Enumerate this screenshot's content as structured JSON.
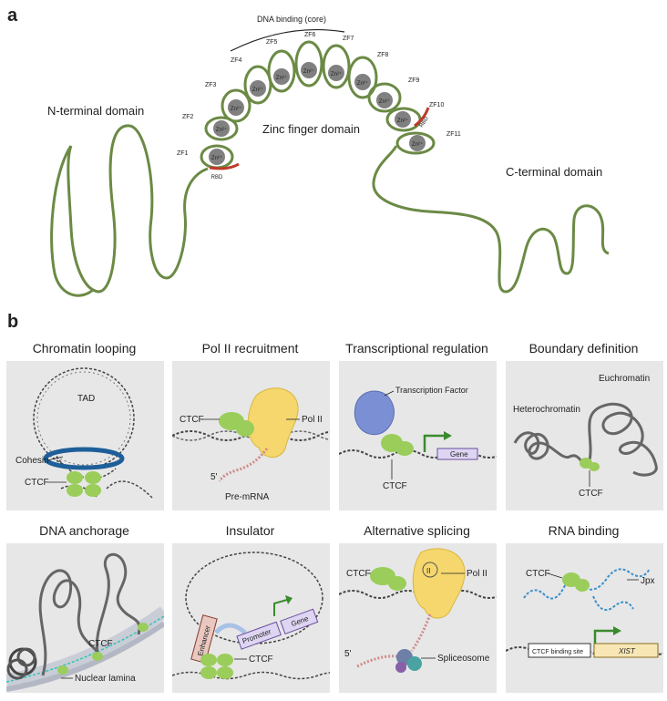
{
  "panel_a": {
    "letter": "a",
    "dna_binding_label": "DNA binding (core)",
    "n_terminal_label": "N-terminal domain",
    "zinc_finger_label": "Zinc finger domain",
    "c_terminal_label": "C-terminal domain",
    "zf_labels": [
      "ZF1",
      "ZF2",
      "ZF3",
      "ZF4",
      "ZF5",
      "ZF6",
      "ZF7",
      "ZF8",
      "ZF9",
      "ZF10",
      "ZF11"
    ],
    "zn_label": "Zn²⁺",
    "rbd_label": "RBD",
    "colors": {
      "chain": "#6b8a45",
      "zn": "#808080",
      "rbd": "#c0392b"
    }
  },
  "panel_b": {
    "letter": "b",
    "cards": [
      {
        "title": "Chromatin looping",
        "labels": {
          "tad": "TAD",
          "cohesin": "Cohesin",
          "ctcf": "CTCF"
        }
      },
      {
        "title": "Pol II recruitment",
        "labels": {
          "ctcf": "CTCF",
          "pol2": "Pol II",
          "five_prime": "5'",
          "premrna": "Pre-mRNA"
        }
      },
      {
        "title": "Transcriptional regulation",
        "labels": {
          "tf": "Transcription Factor",
          "gene": "Gene",
          "ctcf": "CTCF"
        }
      },
      {
        "title": "Boundary definition",
        "labels": {
          "euchromatin": "Euchromatin",
          "heterochromatin": "Heterochromatin",
          "ctcf": "CTCF"
        }
      },
      {
        "title": "DNA anchorage",
        "labels": {
          "ctcf": "CTCF",
          "lamina": "Nuclear lamina"
        }
      },
      {
        "title": "Insulator",
        "labels": {
          "enhancer": "Enhancer",
          "promoter": "Promoter",
          "gene": "Gene",
          "ctcf": "CTCF"
        }
      },
      {
        "title": "Alternative splicing",
        "labels": {
          "ctcf": "CTCF",
          "pol2": "Pol II",
          "pol2_badge": "II",
          "five_prime": "5'",
          "spliceosome": "Spliceosome"
        }
      },
      {
        "title": "RNA binding",
        "labels": {
          "ctcf": "CTCF",
          "jpx": "Jpx",
          "site": "CTCF binding site",
          "xist": "XIST"
        }
      }
    ],
    "colors": {
      "card_bg": "#e7e7e7",
      "ctcf": "#9acd5a",
      "pol2": "#f5d76e",
      "dna": "#444444",
      "gene_box": "#ded5f2",
      "lamina": "#2ec4b6",
      "tf": "#7b8fd4"
    }
  }
}
